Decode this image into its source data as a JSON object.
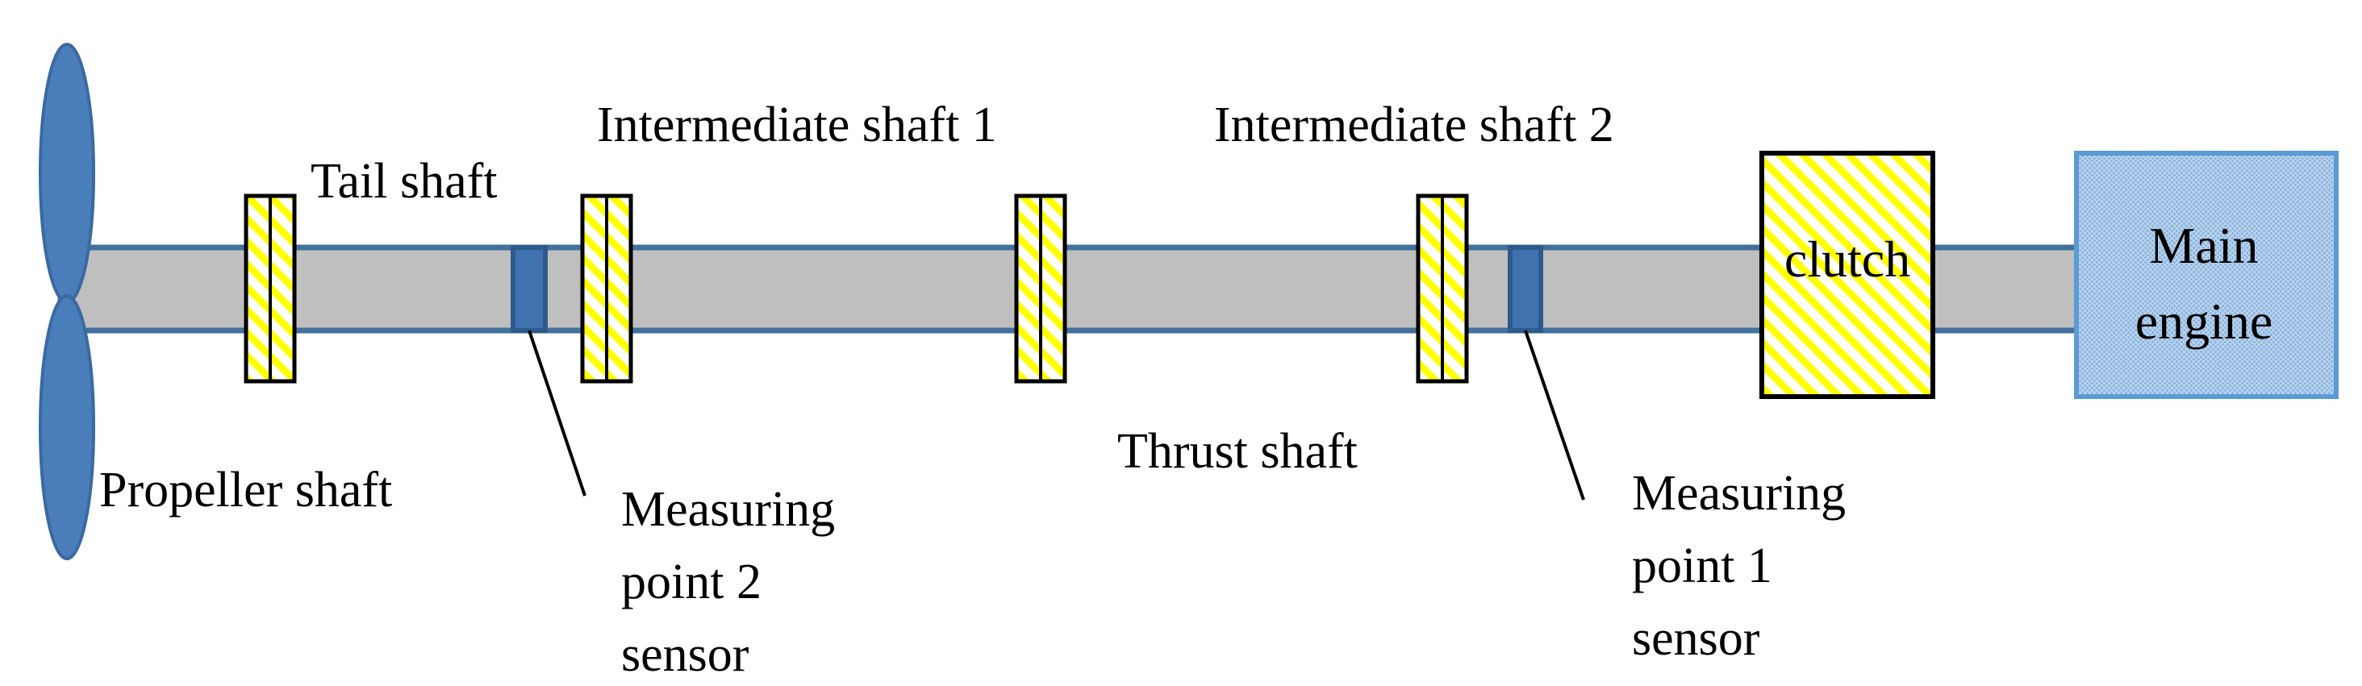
{
  "diagram": {
    "labels": {
      "tail_shaft": "Tail shaft",
      "intermediate_shaft_1": "Intermediate shaft 1",
      "intermediate_shaft_2": "Intermediate shaft 2",
      "propeller_shaft": "Propeller shaft",
      "thrust_shaft": "Thrust shaft",
      "measuring_point_2": [
        "Measuring",
        "point 2",
        "sensor"
      ],
      "measuring_point_1": [
        "Measuring",
        "point 1",
        "sensor"
      ],
      "clutch": "clutch",
      "main_engine": [
        "Main",
        "engine"
      ]
    },
    "colors": {
      "shaft_fill": "#bfbfbf",
      "shaft_edge": "#41719c",
      "propeller": "#4a7ebb",
      "sensor": "#3f72af",
      "hatch_yellow": "#ffff00",
      "engine_fill": "#a8c8e8",
      "engine_edge": "#5b9bd5"
    }
  }
}
